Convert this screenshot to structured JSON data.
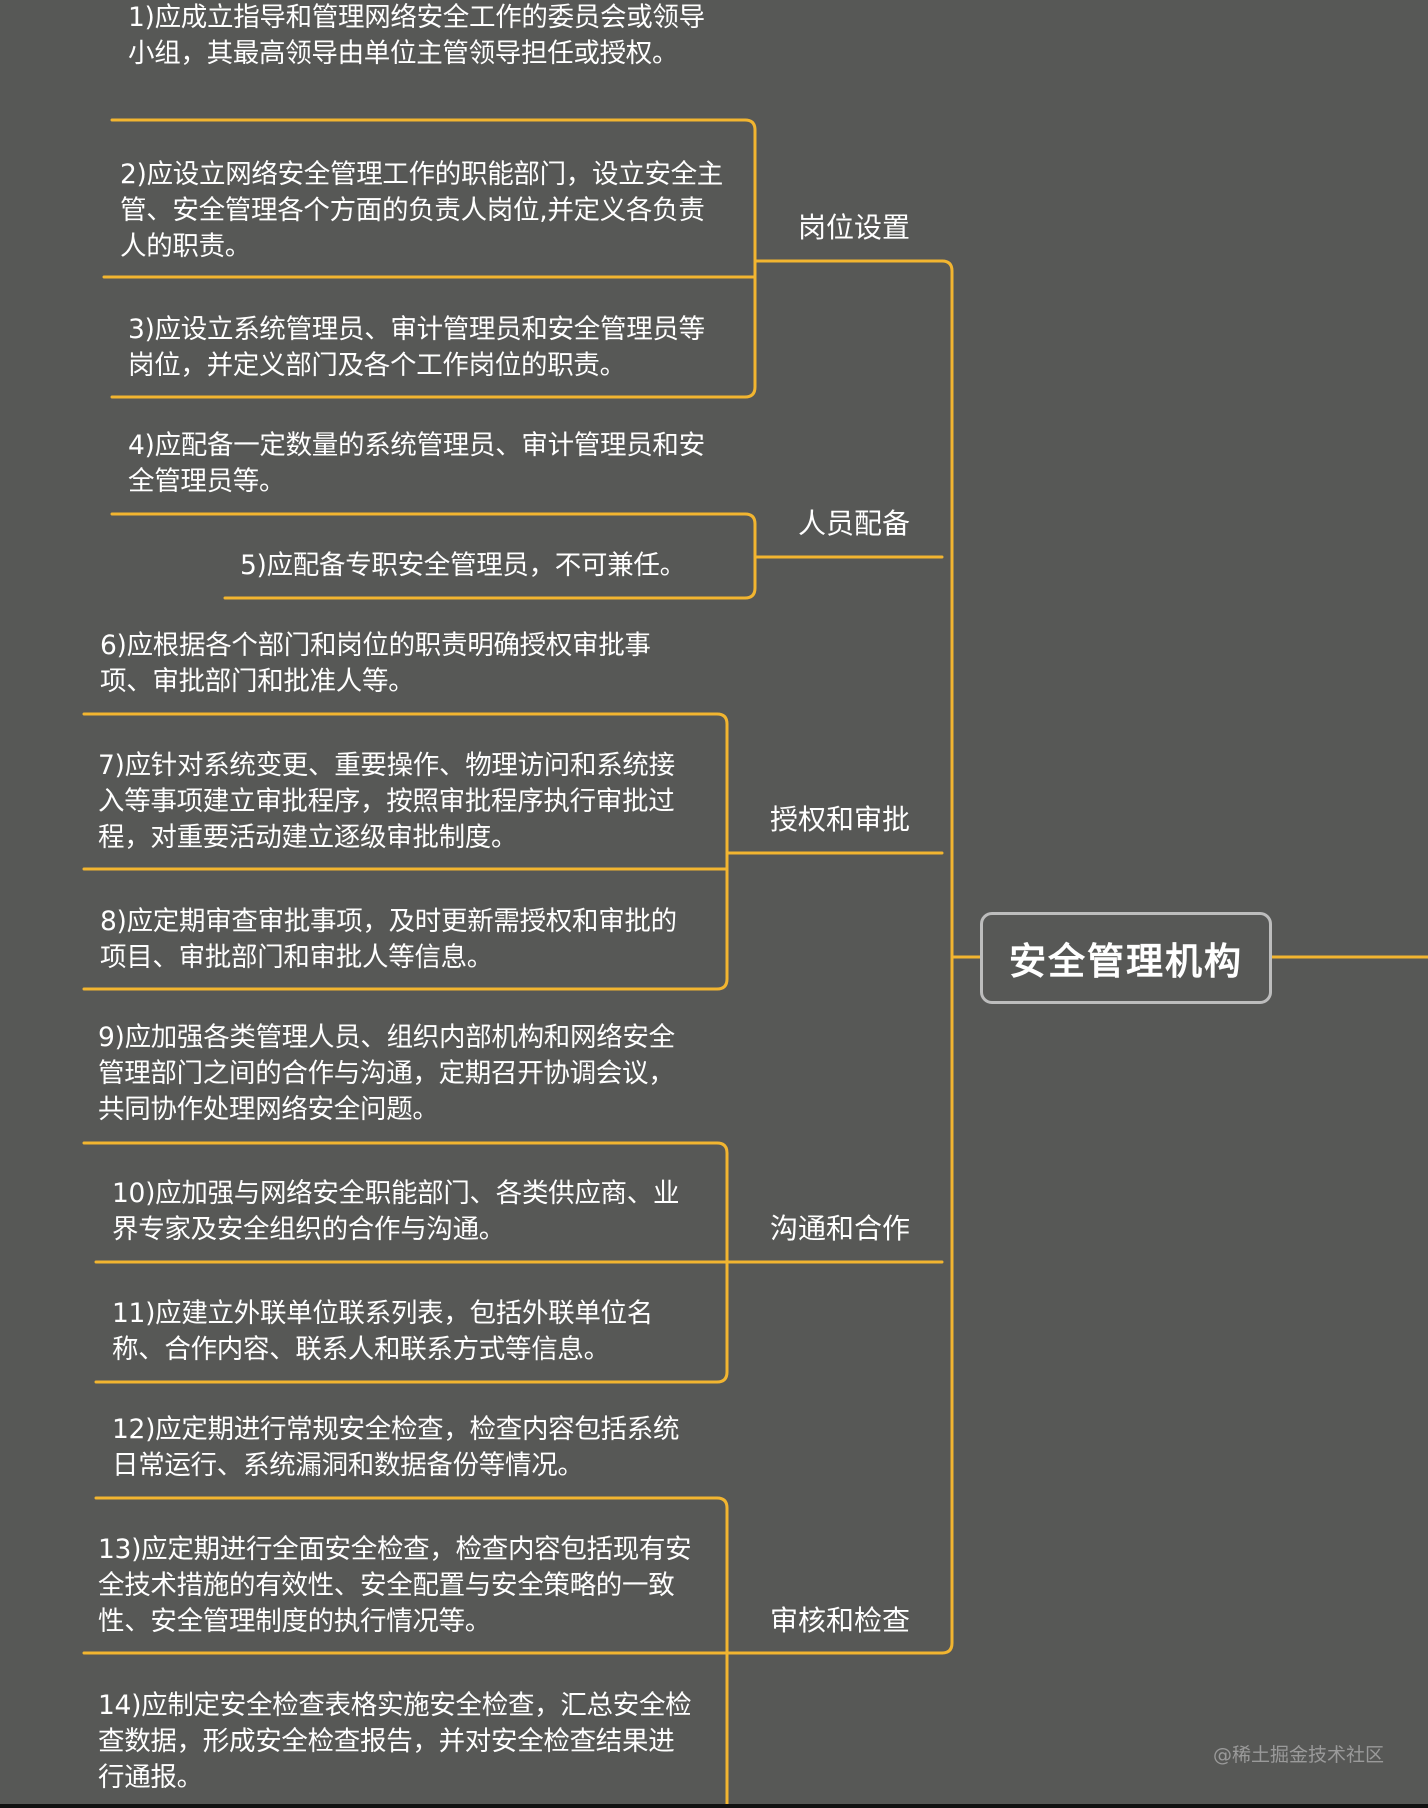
{
  "colors": {
    "background": "#575856",
    "connector": "#f2b530",
    "root_border": "#bdbdbd",
    "text": "#ffffff",
    "watermark": "#9a9a9a"
  },
  "root": {
    "label": "安全管理机构"
  },
  "branches": [
    {
      "label": "岗位设置"
    },
    {
      "label": "人员配备"
    },
    {
      "label": "授权和审批"
    },
    {
      "label": "沟通和合作"
    },
    {
      "label": "审核和检查"
    }
  ],
  "items": [
    {
      "text": "1)应成立指导和管理网络安全工作的委员会或领导小组，其最高领导由单位主管领导担任或授权。"
    },
    {
      "text": "2)应设立网络安全管理工作的职能部门，设立安全主管、安全管理各个方面的负责人岗位,并定义各负责人的职责。"
    },
    {
      "text": "3)应设立系统管理员、审计管理员和安全管理员等岗位，并定义部门及各个工作岗位的职责。"
    },
    {
      "text": "4)应配备一定数量的系统管理员、审计管理员和安全管理员等。"
    },
    {
      "text": "5)应配备专职安全管理员，不可兼任。"
    },
    {
      "text": "6)应根据各个部门和岗位的职责明确授权审批事项、审批部门和批准人等。"
    },
    {
      "text": "7)应针对系统变更、重要操作、物理访问和系统接入等事项建立审批程序，按照审批程序执行审批过程，对重要活动建立逐级审批制度。"
    },
    {
      "text": "8)应定期审查审批事项，及时更新需授权和审批的项目、审批部门和审批人等信息。"
    },
    {
      "text": "9)应加强各类管理人员、组织内部机构和网络安全管理部门之间的合作与沟通，定期召开协调会议，共同协作处理网络安全问题。"
    },
    {
      "text": "10)应加强与网络安全职能部门、各类供应商、业界专家及安全组织的合作与沟通。"
    },
    {
      "text": "11)应建立外联单位联系列表，包括外联单位名称、合作内容、联系人和联系方式等信息。"
    },
    {
      "text": "12)应定期进行常规安全检查，检查内容包括系统日常运行、系统漏洞和数据备份等情况。"
    },
    {
      "text": "13)应定期进行全面安全检查，检查内容包括现有安全技术措施的有效性、安全配置与安全策略的一致性、安全管理制度的执行情况等。"
    },
    {
      "text": "14)应制定安全检查表格实施安全检查，汇总安全检查数据，形成安全检查报告，并对安全检查结果进行通报。"
    }
  ],
  "watermark": "@稀土掘金技术社区"
}
